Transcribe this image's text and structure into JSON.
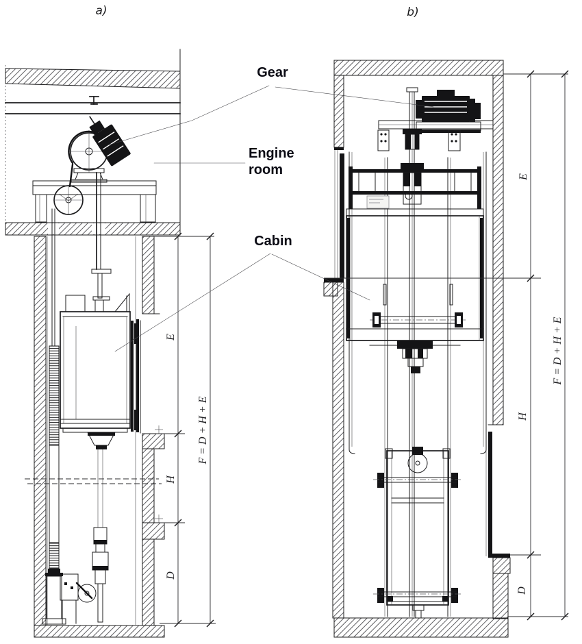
{
  "diagram": {
    "panel_a_title": "a)",
    "panel_b_title": "b)",
    "labels": {
      "gear": "Gear",
      "engine_line1": "Engine",
      "engine_line2": "room",
      "cabin": "Cabin"
    },
    "dims": {
      "e": "E",
      "h": "H",
      "d": "D",
      "f": "F = D + H + E"
    },
    "colors": {
      "line": "#1c1c1e",
      "label": "#0b0b14",
      "background": "#ffffff"
    }
  }
}
